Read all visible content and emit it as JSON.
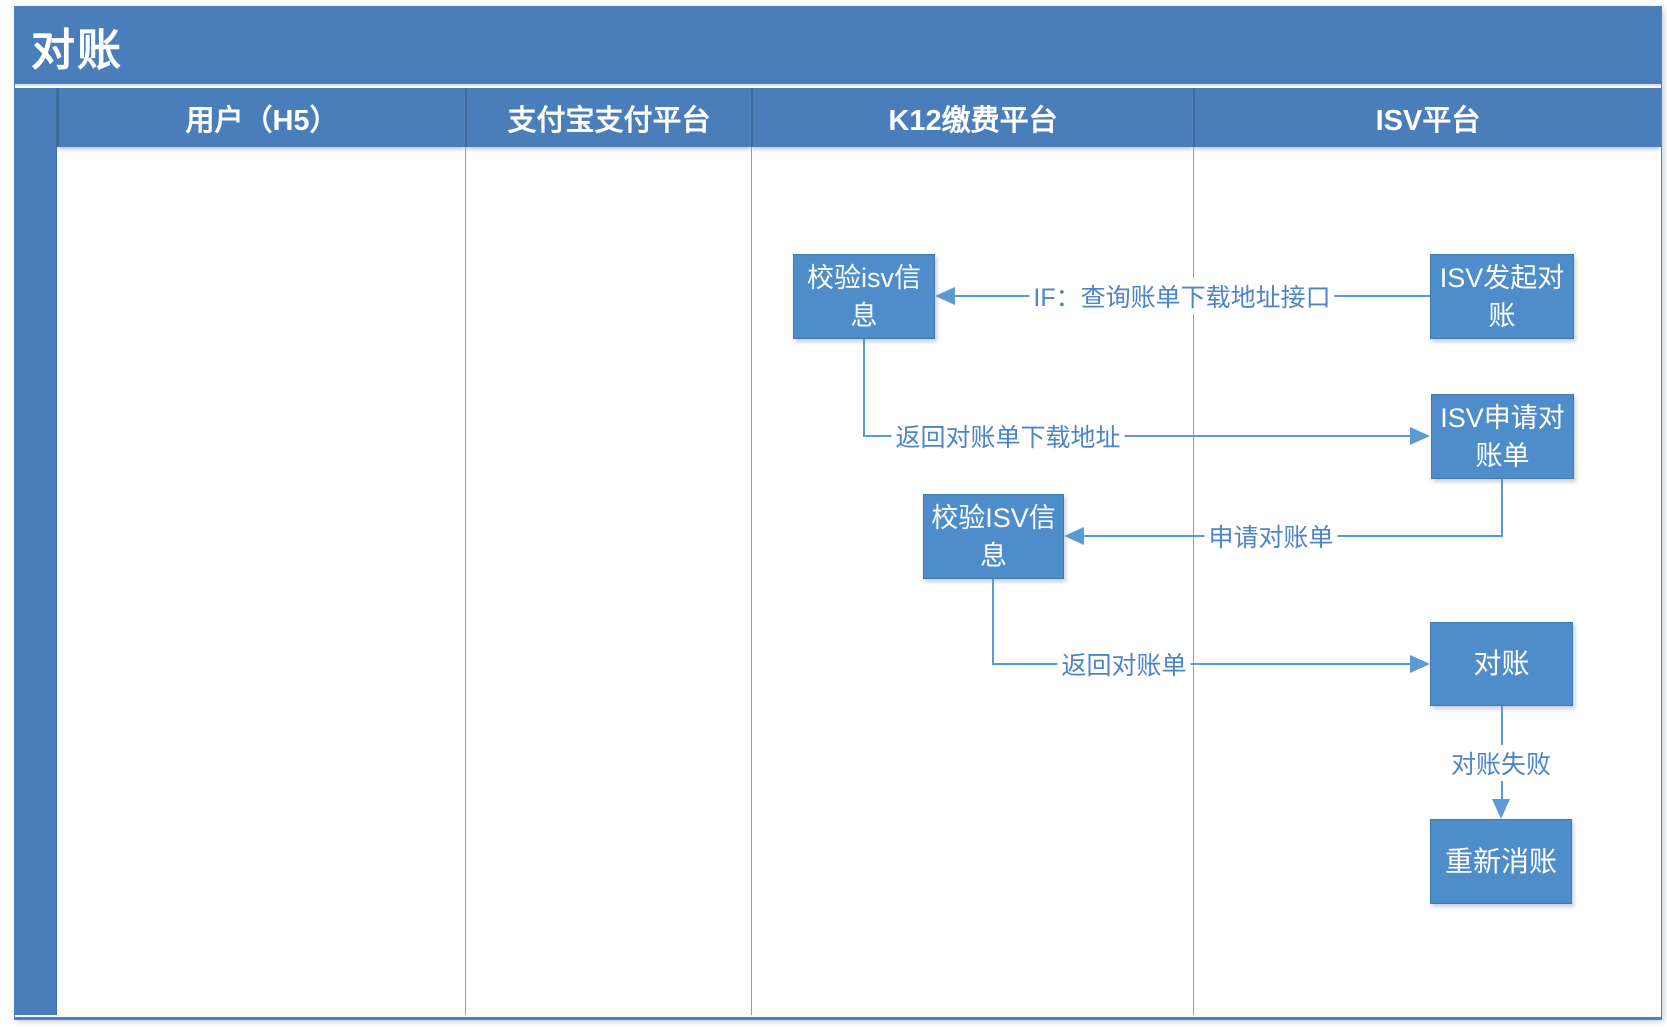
{
  "title": "对账",
  "lanes": [
    {
      "label": "用户（H5）"
    },
    {
      "label": "支付宝支付平台"
    },
    {
      "label": "K12缴费平台"
    },
    {
      "label": "ISV平台"
    }
  ],
  "nodes": [
    {
      "name": "verify-isv-info-lower",
      "label": "校验isv信息",
      "lane": "K12缴费平台"
    },
    {
      "name": "isv-initiate-reconciliation",
      "label": "ISV发起对账",
      "lane": "ISV平台"
    },
    {
      "name": "isv-request-statement",
      "label": "ISV申请对账单",
      "lane": "ISV平台"
    },
    {
      "name": "verify-isv-info-upper",
      "label": "校验ISV信息",
      "lane": "K12缴费平台"
    },
    {
      "name": "reconcile",
      "label": "对账",
      "lane": "ISV平台"
    },
    {
      "name": "re-clear-account",
      "label": "重新消账",
      "lane": "ISV平台"
    }
  ],
  "edges": [
    {
      "label": "IF：查询账单下载地址接口",
      "from": "ISV发起对账",
      "to": "校验isv信息"
    },
    {
      "label": "返回对账单下载地址",
      "from": "校验isv信息",
      "to": "ISV申请对账单"
    },
    {
      "label": "申请对账单",
      "from": "ISV申请对账单",
      "to": "校验ISV信息"
    },
    {
      "label": "返回对账单",
      "from": "校验ISV信息",
      "to": "对账"
    },
    {
      "label": "对账失败",
      "from": "对账",
      "to": "重新消账"
    }
  ],
  "colors": {
    "title_bar": "#4A7EBA",
    "node_fill": "#4E8DC9",
    "connector": "#5B9BD5",
    "edge_label_text": "#4E85C6"
  }
}
